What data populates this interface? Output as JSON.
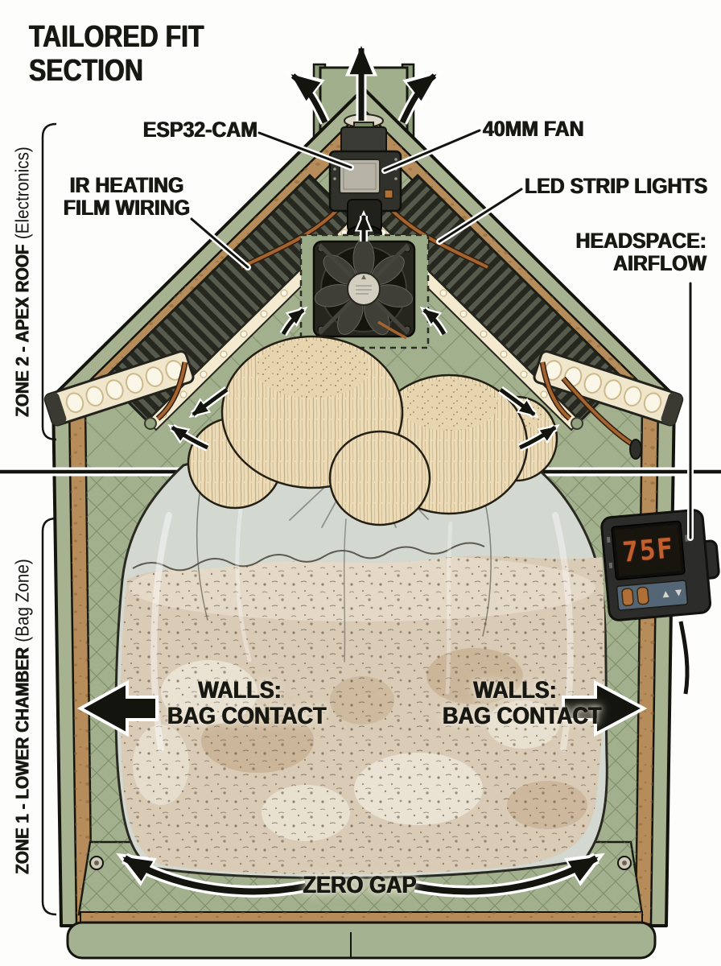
{
  "title_line1": "TAILORED FIT",
  "title_line2": "SECTION",
  "zone2": {
    "main": "ZONE 2 - APEX ROOF",
    "sub": "(Electronics)"
  },
  "zone1": {
    "main": "ZONE 1 - LOWER CHAMBER",
    "sub": "(Bag Zone)"
  },
  "callouts": {
    "esp32": "ESP32-CAM",
    "fan": "40MM FAN",
    "ir1": "IR HEATING",
    "ir2": "FILM WIRING",
    "led": "LED STRIP LIGHTS",
    "headspace1": "HEADSPACE:",
    "headspace2": "AIRFLOW",
    "walls1": "WALLS:",
    "walls2": "BAG CONTACT",
    "zero_gap": "ZERO GAP"
  },
  "controller": {
    "display": "75F"
  },
  "colors": {
    "shell_green": "#a7b290",
    "inner_green": "#a2b08d",
    "cork_brown": "#b68d5a",
    "heating_film_dark": "#2a2c26",
    "led_warm_white": "#f3ead0",
    "mushroom_cream": "#ecdcb8",
    "substrate_tan": "#d9cbb5",
    "display_orange": "#c35f2d",
    "arrow_black": "#14140f"
  }
}
